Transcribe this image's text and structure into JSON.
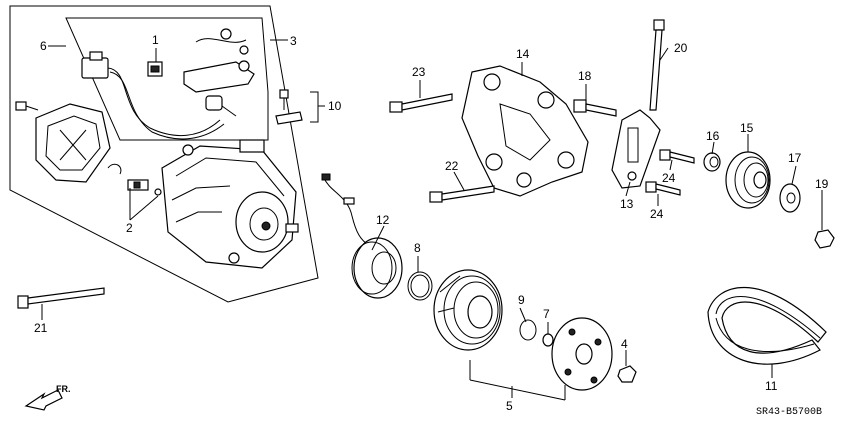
{
  "diagram": {
    "callouts": [
      "1",
      "2",
      "3",
      "4",
      "5",
      "6",
      "7",
      "8",
      "9",
      "10",
      "11",
      "12",
      "13",
      "14",
      "15",
      "16",
      "17",
      "18",
      "19",
      "20",
      "21",
      "22",
      "23",
      "24",
      "24"
    ],
    "direction_label": "FR.",
    "diagram_code": "SR43-B5700B"
  }
}
